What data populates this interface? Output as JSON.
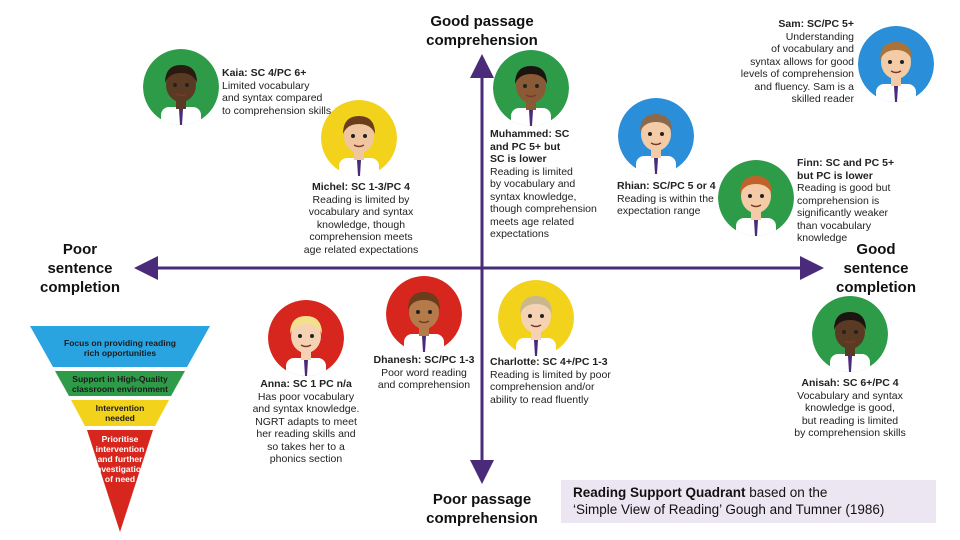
{
  "axes": {
    "top": [
      "Good passage",
      "comprehension"
    ],
    "bottom": [
      "Poor passage",
      "comprehension"
    ],
    "left": [
      "Poor",
      "sentence",
      "completion"
    ],
    "right": [
      "Good",
      "sentence",
      "completion"
    ],
    "color": "#4a2b7a"
  },
  "students": [
    {
      "id": "kaia",
      "name": "Kaia: SC 4/PC 6+",
      "lines": [
        "Limited vocabulary",
        "and syntax compared",
        "to comprehension skills"
      ],
      "ring": "#2e9b49",
      "skin": "#5b3a24",
      "hair": "#2a1a10"
    },
    {
      "id": "michel",
      "name": "Michel: SC 1-3/PC 4",
      "lines": [
        "Reading is limited by",
        "vocabulary and syntax",
        "knowledge, though",
        "comprehension meets",
        "age related expectations"
      ],
      "ring": "#f3d21c",
      "skin": "#f0c6a0",
      "hair": "#6b3d1c"
    },
    {
      "id": "muhammed",
      "name": "Muhammed: SC",
      "lines": [
        "and PC 5+ but",
        "SC is lower",
        "Reading is limited",
        "by vocabulary and",
        "syntax knowledge,",
        "though comprehension",
        "meets age related",
        "expectations"
      ],
      "ring": "#2e9b49",
      "skin": "#8a5a36",
      "hair": "#1c1410"
    },
    {
      "id": "rhian",
      "name": "Rhian: SC/PC 5 or 4",
      "lines": [
        "Reading is within the",
        "expectation range"
      ],
      "ring": "#2a8fd8",
      "skin": "#f3cba7",
      "hair": "#8a6a4a"
    },
    {
      "id": "sam",
      "name": "Sam: SC/PC 5+",
      "lines": [
        "Understanding",
        "of vocabulary and",
        "syntax allows for good",
        "levels of comprehension",
        "and fluency. Sam is a",
        "skilled reader"
      ],
      "ring": "#2a8fd8",
      "skin": "#f3cba7",
      "hair": "#a8743a"
    },
    {
      "id": "finn",
      "name": "Finn: SC and PC 5+",
      "lines": [
        "but PC is lower",
        "Reading is good but",
        "comprehension is",
        "significantly weaker",
        "than vocabulary",
        "knowledge"
      ],
      "ring": "#2e9b49",
      "skin": "#f3cba7",
      "hair": "#c0622a"
    },
    {
      "id": "anna",
      "name": "Anna: SC 1 PC n/a",
      "lines": [
        "Has poor vocabulary",
        "and syntax knowledge.",
        "NGRT adapts to meet",
        "her reading skills and",
        "so takes her to a",
        "phonics section"
      ],
      "ring": "#d7261e",
      "skin": "#f6d2b4",
      "hair": "#f3e08a"
    },
    {
      "id": "dhanesh",
      "name": "Dhanesh: SC/PC 1-3",
      "lines": [
        "Poor word reading",
        "and comprehension"
      ],
      "ring": "#d7261e",
      "skin": "#b47a4a",
      "hair": "#6b3d1c"
    },
    {
      "id": "charlotte",
      "name": "Charlotte: SC 4+/PC 1-3",
      "lines": [
        "Reading is limited by poor",
        "comprehension and/or",
        "ability to read fluently"
      ],
      "ring": "#f3d21c",
      "skin": "#f6d2b4",
      "hair": "#c9b88e"
    },
    {
      "id": "anisah",
      "name": "Anisah: SC 6+/PC 4",
      "lines": [
        "Vocabulary and syntax",
        "knowledge is good,",
        "but reading is limited",
        "by comprehension skills"
      ],
      "ring": "#2e9b49",
      "skin": "#5b3a24",
      "hair": "#1c1410"
    }
  ],
  "pyramid": [
    {
      "label": [
        "Focus on providing reading",
        "rich opportunities"
      ],
      "color": "#2aa4e0"
    },
    {
      "label": [
        "Support in High-Quality",
        "classroom environment"
      ],
      "color": "#2e9b49"
    },
    {
      "label": [
        "Intervention",
        "needed"
      ],
      "color": "#f3d21c"
    },
    {
      "label": [
        "Prioritise",
        "intervention",
        "and further",
        "investigation",
        "of need"
      ],
      "color": "#d7261e"
    }
  ],
  "caption": {
    "bold": "Reading Support Quadrant",
    "rest1": " based on the",
    "line2": "‘Simple View of Reading’ Gough and Tumner (1986)"
  }
}
